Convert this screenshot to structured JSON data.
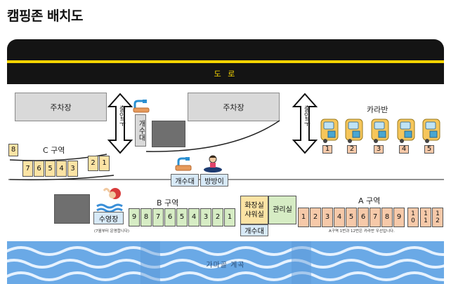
{
  "title": "캠핑존 배치도",
  "road": {
    "label": "도 로"
  },
  "parking": {
    "left_label": "주차장",
    "right_label": "주차장"
  },
  "entrance": {
    "left_label": "출입구",
    "right_label": "출입구"
  },
  "washroom_top": {
    "label": "개수대"
  },
  "caravan": {
    "label": "카라반",
    "units": [
      "1",
      "2",
      "3",
      "4",
      "5"
    ]
  },
  "zone_c": {
    "label": "C 구역",
    "site_8": "8",
    "row": [
      "7",
      "6",
      "5",
      "4",
      "3"
    ],
    "pair": [
      "2",
      "1"
    ]
  },
  "wash_station": {
    "label": "개수대"
  },
  "trampoline": {
    "label": "방방이"
  },
  "pool": {
    "label": "수영장",
    "note": "(7월부터 운영합니다)"
  },
  "zone_b": {
    "label": "B 구역",
    "sites": [
      "9",
      "8",
      "7",
      "6",
      "5",
      "4",
      "3",
      "2",
      "1"
    ]
  },
  "facilities": {
    "shower_line1": "화장실",
    "shower_line2": "샤워실",
    "office": "관리실",
    "sink": "개수대"
  },
  "zone_a": {
    "label": "A 구역",
    "sites": [
      "1",
      "2",
      "3",
      "4",
      "5",
      "6",
      "7",
      "8",
      "9"
    ],
    "site_10": "10",
    "site_11": "11",
    "site_12": "12",
    "note": "A구역 1번과 12번은 카라반 우선입니다."
  },
  "river": {
    "label": "가마골 계곡"
  },
  "colors": {
    "road": "#141414",
    "road_line": "#f5d400",
    "orange_site": "#f6c9a9",
    "yellow_site": "#fbe3a4",
    "green_site": "#d6ecc4",
    "river": "#6aa9e6"
  }
}
